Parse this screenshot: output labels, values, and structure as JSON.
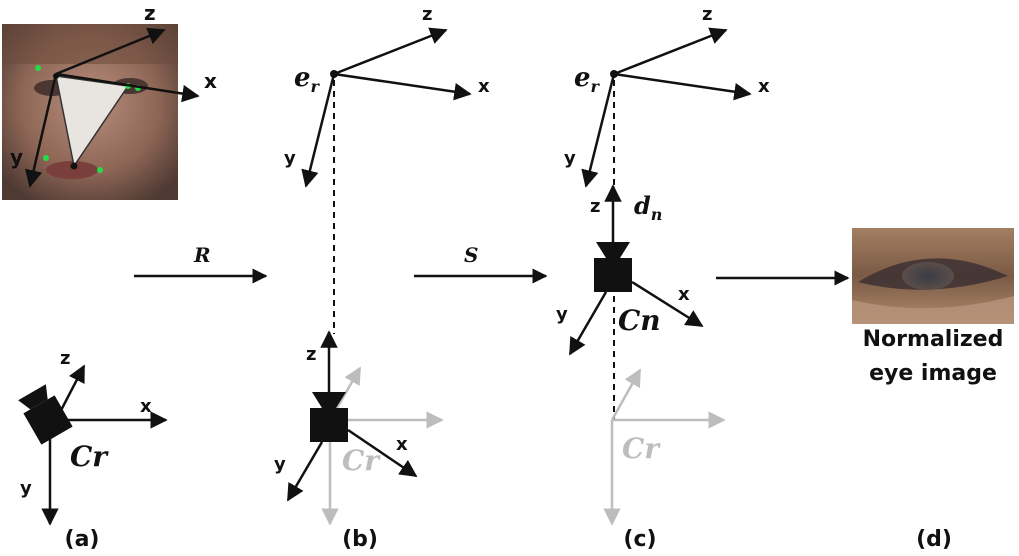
{
  "axes": {
    "x": "x",
    "y": "y",
    "z": "z"
  },
  "labels": {
    "reference_camera": "Cr",
    "normalized_camera": "Cn",
    "eye_point": "e",
    "eye_point_sub": "r",
    "gaze_dir": "d",
    "gaze_dir_sub": "n",
    "rotation": "R",
    "scaling": "S"
  },
  "panels": {
    "a": "(a)",
    "b": "(b)",
    "c": "(c)",
    "d": "(d)"
  },
  "output_caption": {
    "line1": "Normalized",
    "line2": "eye image"
  },
  "colors": {
    "ink": "#111111",
    "ghost": "#bdbdbd",
    "landmark": "#22dd44"
  }
}
